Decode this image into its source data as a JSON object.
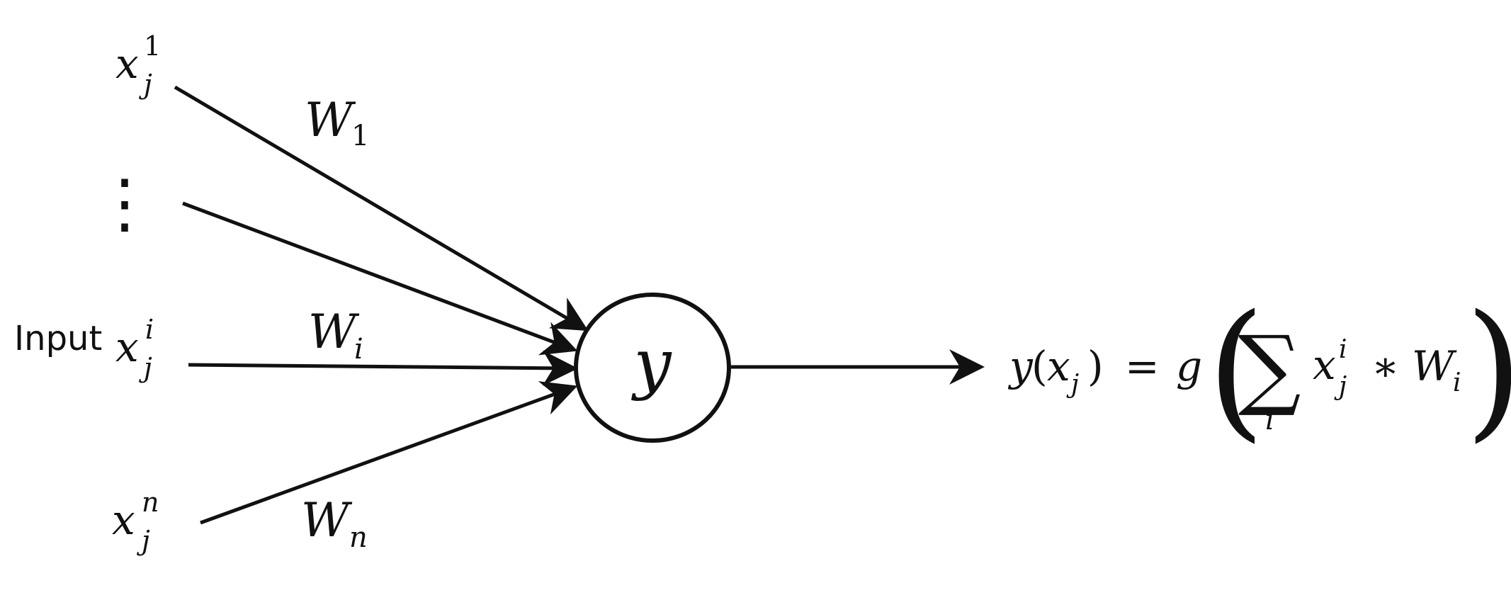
{
  "diagram": {
    "input_label": "Input",
    "inputs": {
      "first": {
        "base": "x",
        "sub": "j",
        "sup": "1"
      },
      "middle": {
        "base": "x",
        "sub": "j",
        "sup": "i"
      },
      "last": {
        "base": "x",
        "sub": "j",
        "sup": "n"
      },
      "ellipsis": "⋮"
    },
    "weights": {
      "first": {
        "base": "W",
        "sub": "1"
      },
      "middle": {
        "base": "W",
        "sub": "i"
      },
      "last": {
        "base": "W",
        "sub": "n"
      }
    },
    "neuron": {
      "label": "y"
    },
    "formula": {
      "lhs_func": "y",
      "lhs_open": "(",
      "lhs_arg": "x",
      "lhs_arg_sub": "j",
      "lhs_close": ")",
      "equals": "=",
      "activation": "g",
      "paren_open": "(",
      "sum_symbol": "∑",
      "sum_index": "i",
      "term_base": "x",
      "term_sub": "j",
      "term_sup": "i",
      "times": "∗",
      "weight_base": "W",
      "weight_sub": "i",
      "paren_close": ")"
    }
  }
}
